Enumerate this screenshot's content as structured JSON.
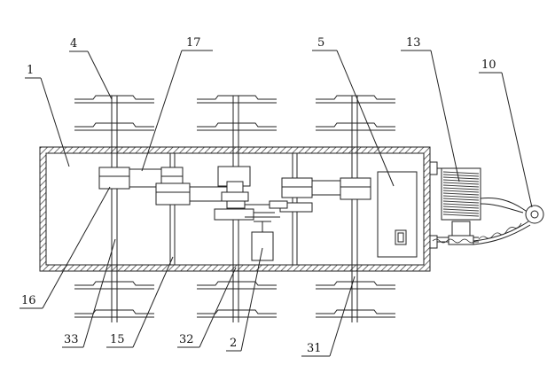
{
  "diagram": {
    "labels": {
      "l1": "1",
      "l2": "2",
      "l4": "4",
      "l5": "5",
      "l10": "10",
      "l13": "13",
      "l15": "15",
      "l16": "16",
      "l17": "17",
      "l31": "31",
      "l32": "32",
      "l33": "33"
    }
  }
}
